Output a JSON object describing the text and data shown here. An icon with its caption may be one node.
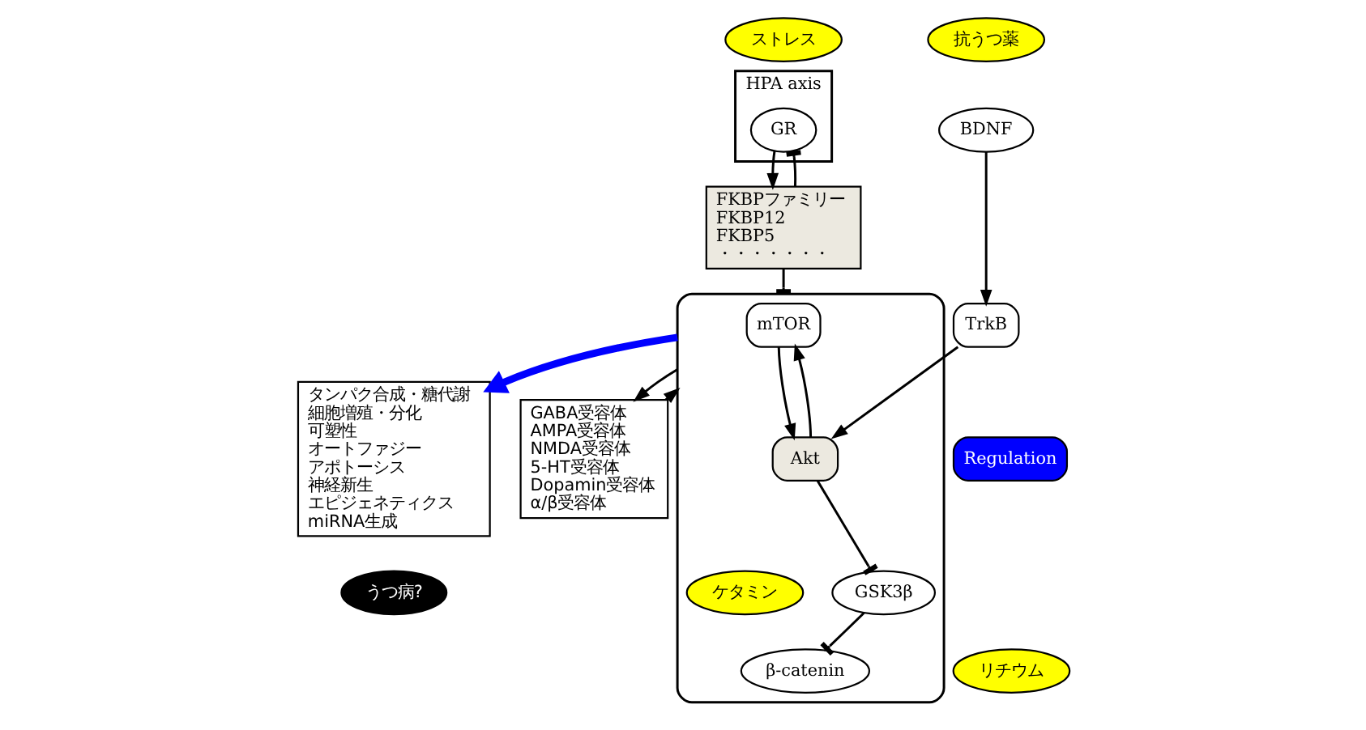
{
  "diagram": {
    "nodes": [
      {
        "text": [
          "ストレス"
        ]
      },
      {
        "text": [
          "HPA axis"
        ]
      },
      {
        "text": [
          "GR"
        ],
        "in": 1
      },
      {
        "text": [
          "FKBPファミリー",
          "FKBP12",
          "FKBP5",
          "・・・・・・・"
        ]
      },
      {
        "text": [
          "抗うつ薬"
        ]
      },
      {
        "text": [
          "BDNF"
        ]
      },
      {
        "text": [
          "TrkB"
        ]
      },
      {
        "text": [],
        "shape": "box"
      },
      {
        "text": [
          "mTOR"
        ],
        "in": 7
      },
      {
        "text": [
          "Akt"
        ],
        "in": 7
      },
      {
        "text": [
          "ケタミン"
        ],
        "in": 7
      },
      {
        "text": [
          "β-catenin"
        ],
        "in": 7
      },
      {
        "text": [
          "GSK3β"
        ],
        "in": 7
      },
      {
        "text": [
          "リチウム"
        ]
      },
      {
        "text": [
          "タンパク合成・糖代謝",
          "細胞増殖・分化",
          "可塑性",
          "オートファジー",
          "アポトーシス",
          "神経新生",
          "エピジェネティクス",
          "miRNA生成"
        ]
      },
      {
        "text": [
          "Regulation"
        ]
      },
      {
        "text": [
          "GABA受容体",
          "AMPA受容体",
          "NMDA受容体",
          "5-HT受容体",
          "Dopamin受容体",
          "α/β受容体"
        ]
      },
      {
        "text": [
          "うつ病?"
        ]
      }
    ],
    "edges": [
      {
        "from": 2,
        "to": 3,
        "arrow": "to"
      },
      {
        "from": 3,
        "to": 2,
        "arrow": "other"
      },
      {
        "from": 3,
        "to": 7,
        "arrow": "other"
      },
      {
        "from": 5,
        "to": 6,
        "arrow": "to"
      },
      {
        "from": 6,
        "to": 9,
        "arrow": "to"
      },
      {
        "from": 8,
        "to": 9,
        "arrow": "to"
      },
      {
        "from": 9,
        "to": 8,
        "arrow": "to"
      },
      {
        "from": 9,
        "to": 12,
        "arrow": "other"
      },
      {
        "from": 12,
        "to": 11,
        "arrow": "other"
      },
      {
        "from": 7,
        "to": 16,
        "arrow": "to"
      },
      {
        "from": 16,
        "to": 7,
        "arrow": "to"
      },
      {
        "from": 7,
        "to": 14,
        "arrow": "to",
        "style": "thick",
        "color": "#0000ff"
      }
    ]
  }
}
